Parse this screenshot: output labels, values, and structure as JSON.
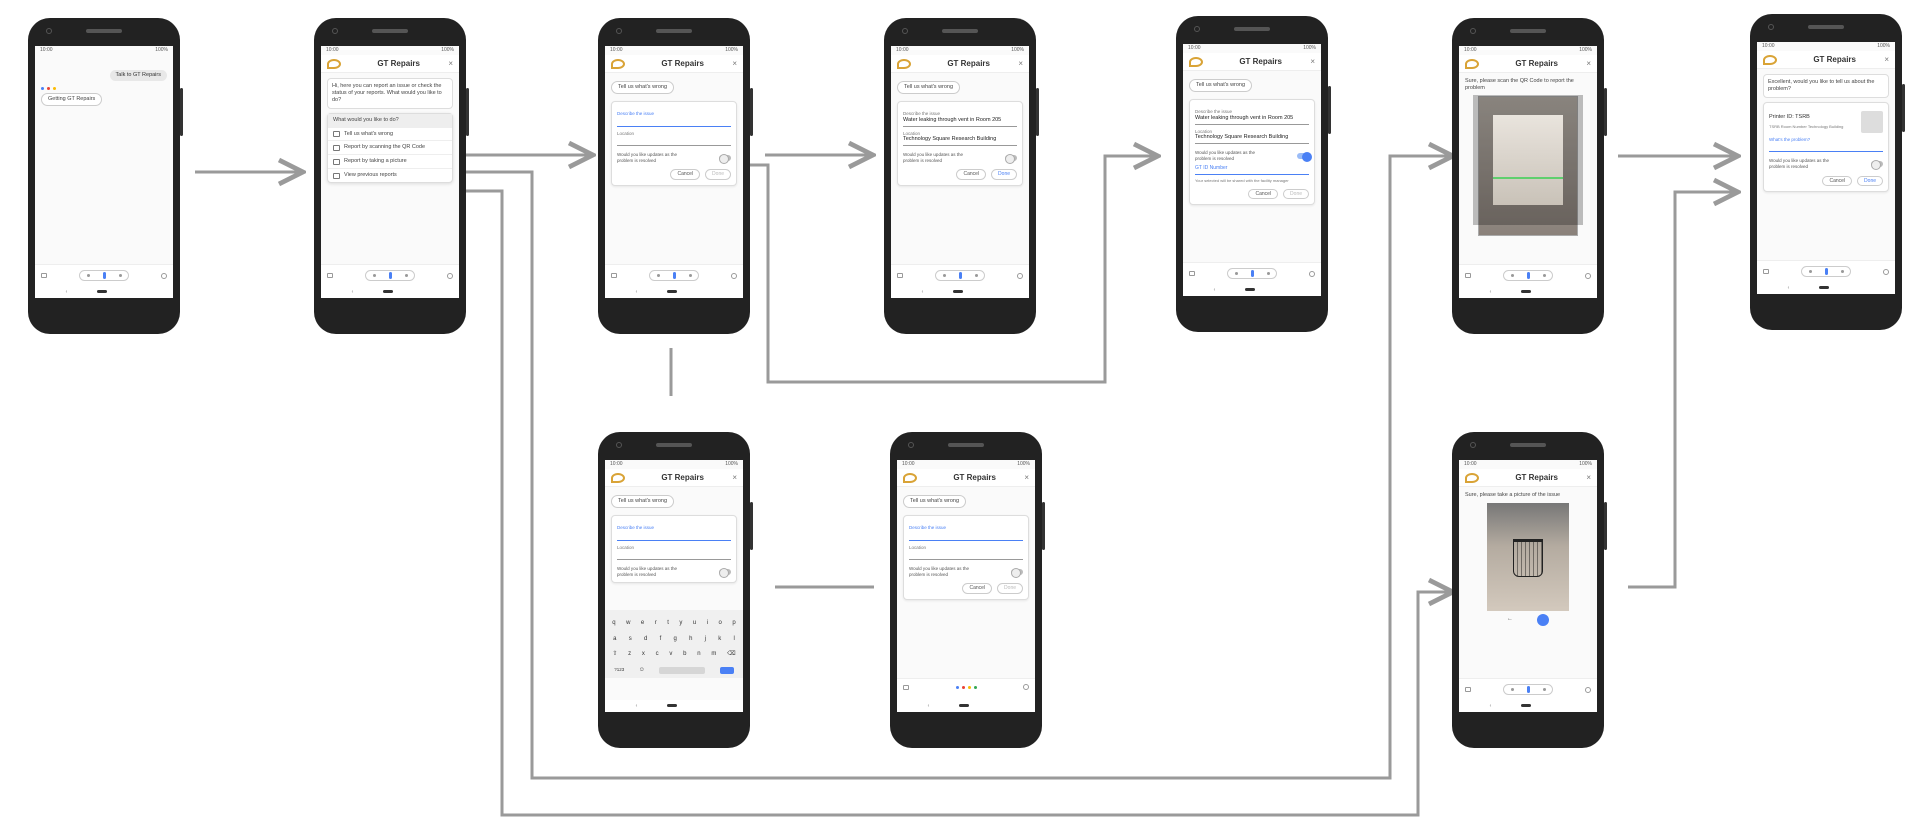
{
  "status": {
    "time": "10:00",
    "battery": "100%"
  },
  "app": {
    "title": "GT Repairs",
    "close": "×"
  },
  "phones": {
    "p1": {
      "user_msg": "Talk to GT Repairs",
      "assistant_msg": "Getting GT Repairs"
    },
    "p2": {
      "greeting": "Hi, here you can report an issue or check the status of your reports. What would you like to do?",
      "menu_title": "What would you like to do?",
      "menu_items": [
        "Tell us what's wrong",
        "Report by scanning the QR Code",
        "Report by taking a picture",
        "View previous reports"
      ]
    },
    "p3": {
      "chip": "Tell us what's wrong",
      "describe_label": "Describe the issue",
      "location_label": "Location",
      "toggle_label": "Would you like updates as the problem is resolved",
      "cancel": "Cancel",
      "done": "Done"
    },
    "p4": {
      "chip": "Tell us what's wrong",
      "describe_label": "Describe the issue",
      "describe_value": "Water leaking through vent in Room 205",
      "location_label": "Location",
      "location_value": "Technology Square Research Building",
      "toggle_label": "Would you like updates as the problem is resolved",
      "cancel": "Cancel",
      "done": "Done"
    },
    "p5": {
      "chip": "Tell us what's wrong",
      "describe_label": "Describe the issue",
      "describe_value": "Water leaking through vent in Room 205",
      "location_label": "Location",
      "location_value": "Technology Square Research Building",
      "toggle_label": "Would you like updates as the problem is resolved",
      "gt_id": "GT ID Number",
      "note": "Your selected will be shared with the facility manager",
      "cancel": "Cancel",
      "done": "Done"
    },
    "p6": {
      "msg": "Sure, please scan the QR Code to report the problem"
    },
    "p7": {
      "msg": "Excellent, would you like to tell us about the problem?",
      "printer_label": "Printer ID: TSRB",
      "printer_sub": "TSRB Room Number Technology Building",
      "problem_label": "What's the problem?",
      "toggle_label": "Would you like updates as the problem is resolved",
      "cancel": "Cancel",
      "done": "Done"
    },
    "p8": {
      "chip": "Tell us what's wrong",
      "describe_label": "Describe the issue",
      "location_label": "Location",
      "toggle_label": "Would you like updates as the problem is resolved",
      "keys_row1": [
        "q",
        "w",
        "e",
        "r",
        "t",
        "y",
        "u",
        "i",
        "o",
        "p"
      ],
      "keys_row2": [
        "a",
        "s",
        "d",
        "f",
        "g",
        "h",
        "j",
        "k",
        "l"
      ],
      "keys_row3": [
        "z",
        "x",
        "c",
        "v",
        "b",
        "n",
        "m"
      ],
      "keys_special": "?123"
    },
    "p9": {
      "chip": "Tell us what's wrong",
      "describe_label": "Describe the issue",
      "location_label": "Location",
      "toggle_label": "Would you like updates as the problem is resolved",
      "cancel": "Cancel",
      "done": "Done"
    },
    "p10": {
      "msg": "Sure, please take a picture of the issue"
    }
  },
  "colors": {
    "accent": "#4a80f5",
    "logo": "#d9a336",
    "arrow": "#9a9a9a"
  }
}
